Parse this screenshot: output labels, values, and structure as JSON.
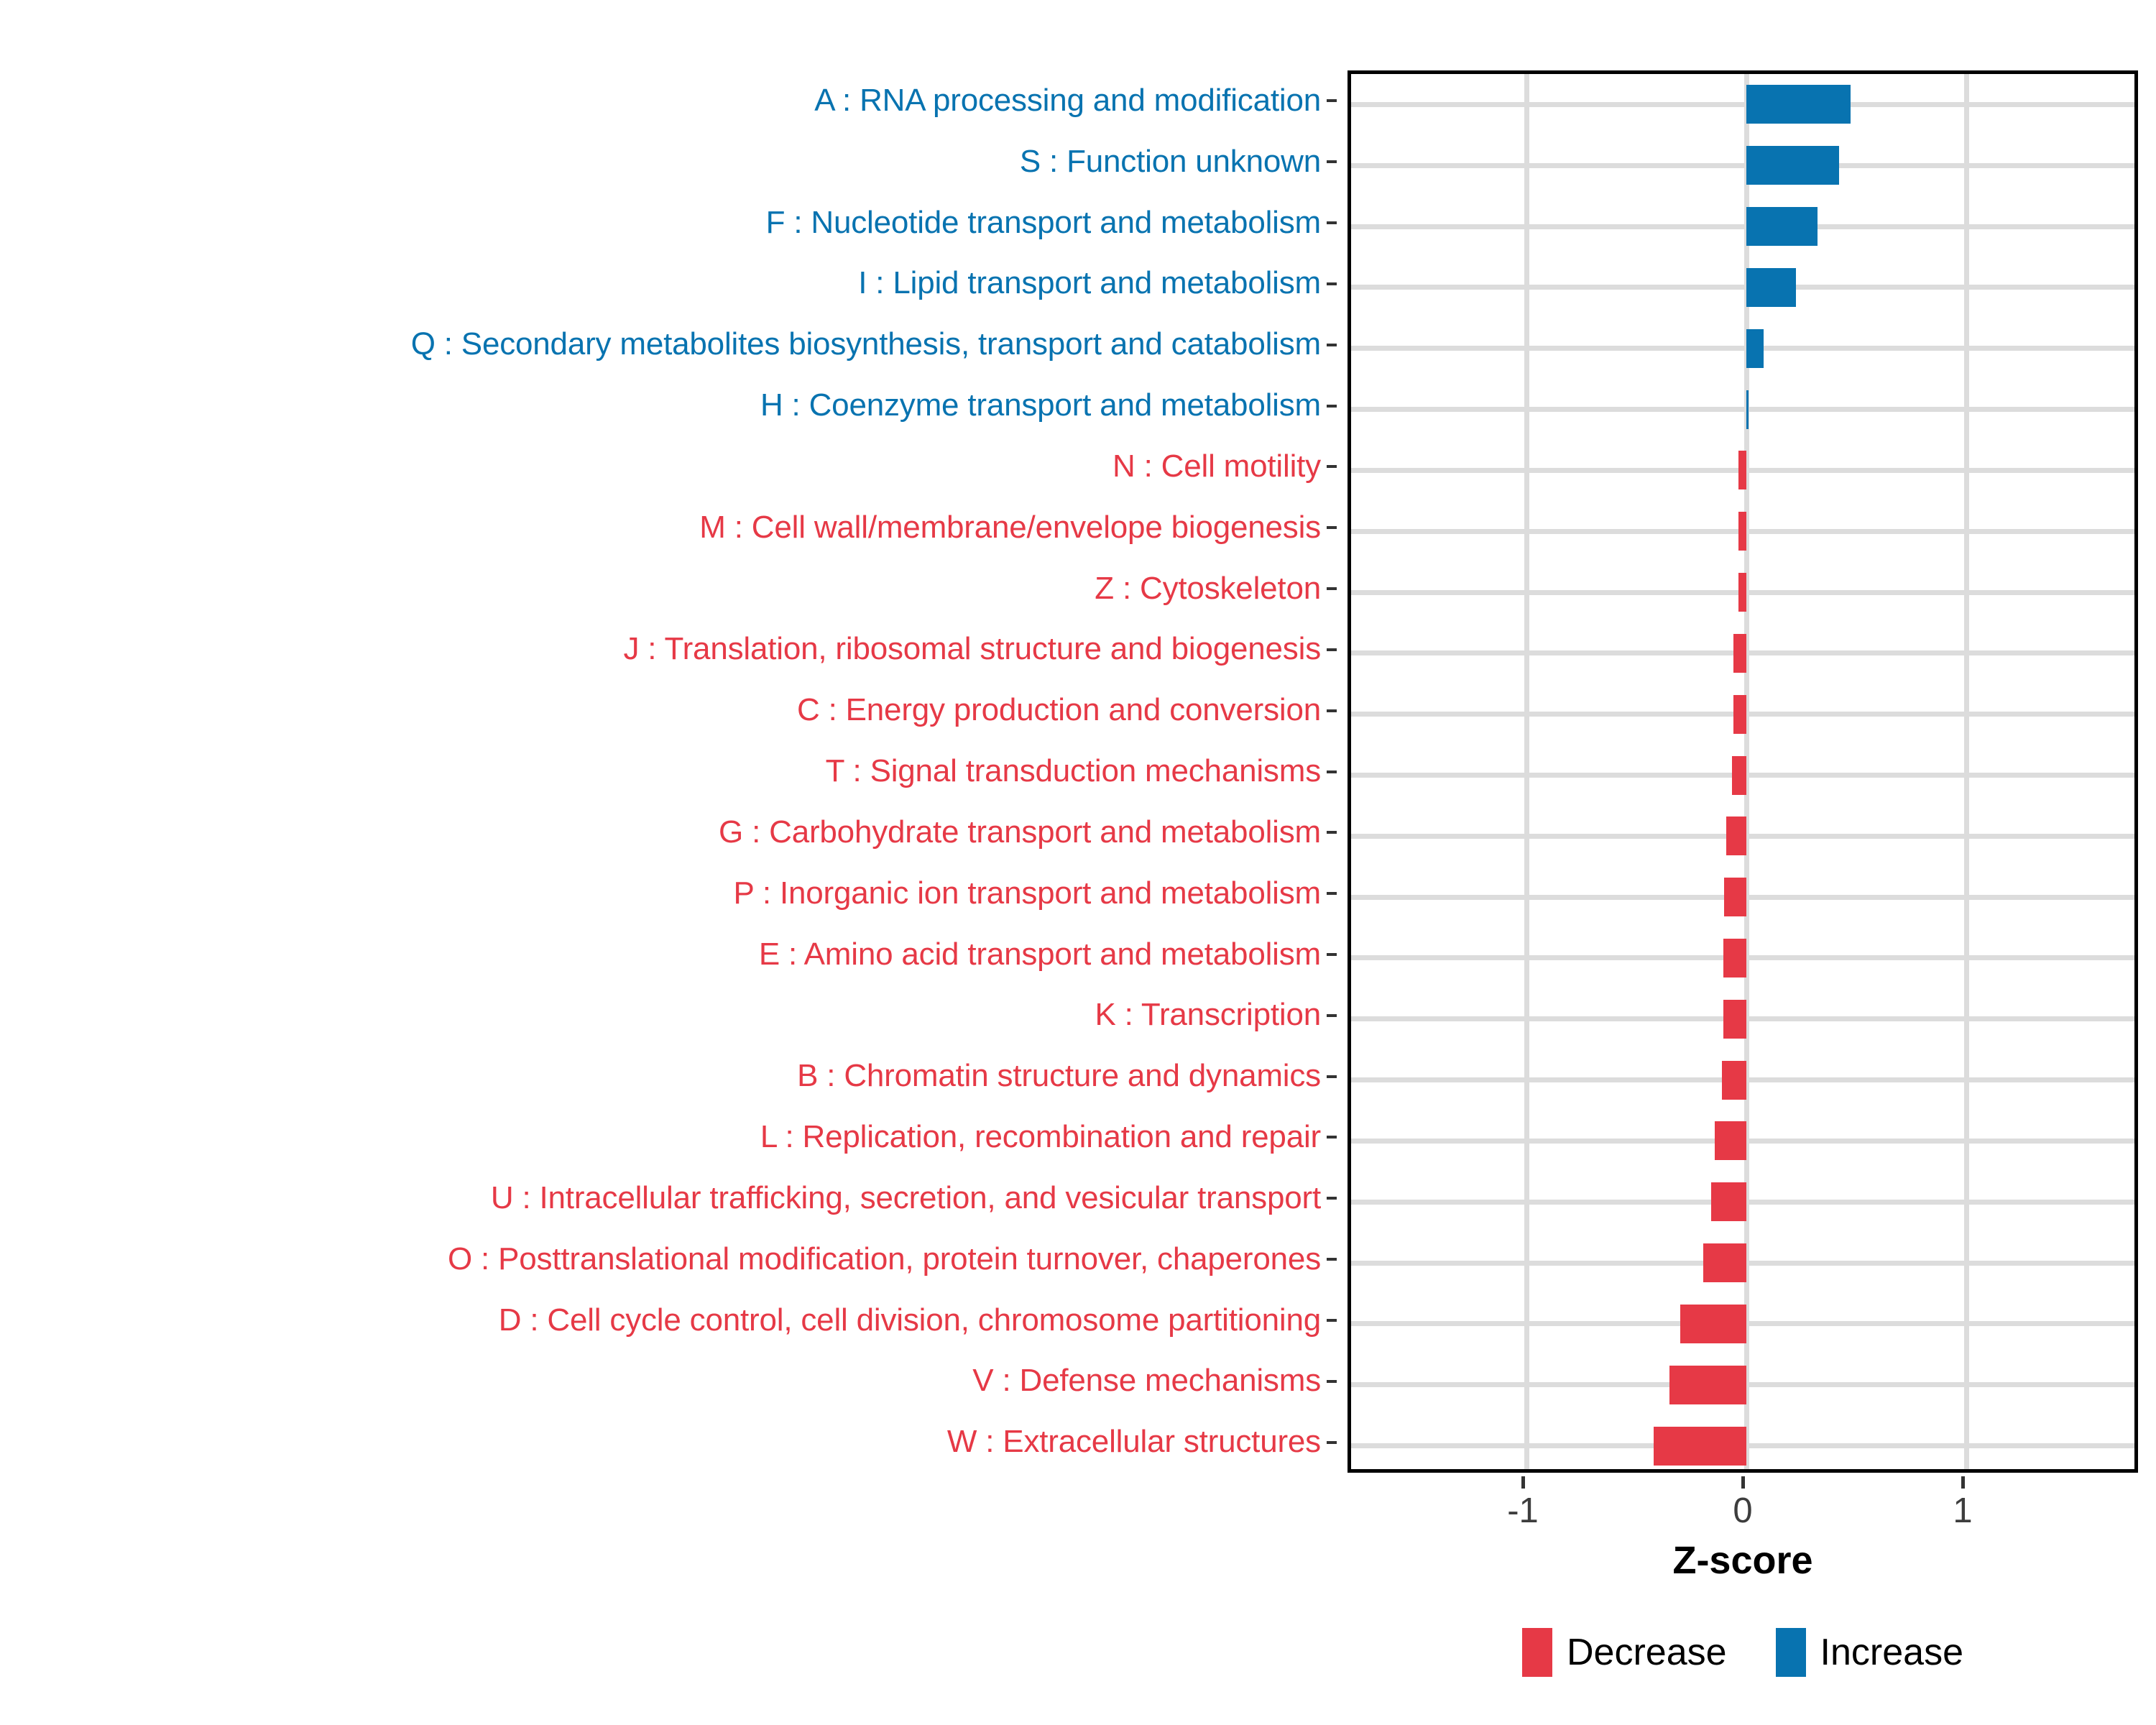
{
  "chart_data": {
    "type": "bar",
    "orientation": "horizontal",
    "title": "",
    "xlabel": "Z-score",
    "ylabel": "",
    "xlim": [
      -1.63,
      1.97
    ],
    "xticks": [
      -1,
      0,
      1
    ],
    "xticklabels": [
      "-1",
      "0",
      "1"
    ],
    "grid": true,
    "legend_position": "bottom",
    "colors": {
      "increase": "#0873b0",
      "decrease": "#e63946",
      "grid": "#dcdcdc",
      "panel_border": "#000000",
      "axis_text": "#3d3d3d"
    },
    "legend": [
      {
        "label": "Decrease",
        "color": "#e63946"
      },
      {
        "label": "Increase",
        "color": "#0873b0"
      }
    ],
    "categories": [
      "A : RNA processing and modification",
      "S : Function unknown",
      "F : Nucleotide transport and metabolism",
      "I : Lipid transport and metabolism",
      "Q : Secondary metabolites biosynthesis, transport and catabolism",
      "H : Coenzyme transport and metabolism",
      "N : Cell motility",
      "M : Cell wall/membrane/envelope biogenesis",
      "Z : Cytoskeleton",
      "J : Translation, ribosomal structure and biogenesis",
      "C : Energy production and conversion",
      "T : Signal transduction mechanisms",
      "G : Carbohydrate transport and metabolism",
      "P : Inorganic ion transport and metabolism",
      "E : Amino acid transport and metabolism",
      "K : Transcription",
      "B : Chromatin structure and dynamics",
      "L : Replication, recombination and repair",
      "U : Intracellular trafficking, secretion, and vesicular transport",
      "O : Posttranslational modification, protein turnover, chaperones",
      "D : Cell cycle control, cell division, chromosome partitioning",
      "V : Defense mechanisms",
      "W : Extracellular structures"
    ],
    "values": [
      0.475,
      0.42,
      0.325,
      0.225,
      0.08,
      0.01,
      -0.035,
      -0.035,
      -0.035,
      -0.06,
      -0.06,
      -0.065,
      -0.09,
      -0.1,
      -0.105,
      -0.105,
      -0.11,
      -0.145,
      -0.16,
      -0.195,
      -0.3,
      -0.35,
      -0.42
    ],
    "groups": [
      "Increase",
      "Increase",
      "Increase",
      "Increase",
      "Increase",
      "Increase",
      "Decrease",
      "Decrease",
      "Decrease",
      "Decrease",
      "Decrease",
      "Decrease",
      "Decrease",
      "Decrease",
      "Decrease",
      "Decrease",
      "Decrease",
      "Decrease",
      "Decrease",
      "Decrease",
      "Decrease",
      "Decrease",
      "Decrease"
    ]
  }
}
